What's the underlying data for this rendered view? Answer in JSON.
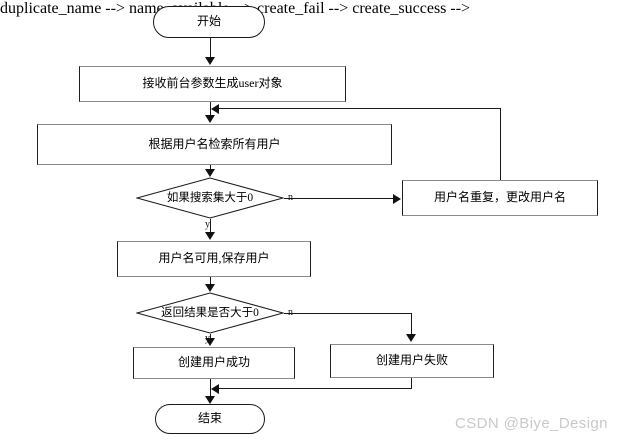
{
  "diagram": {
    "type": "flowchart",
    "title": "",
    "nodes": {
      "start": {
        "label": "开始",
        "shape": "terminator"
      },
      "receive_params": {
        "label": "接收前台参数生成user对象",
        "shape": "process"
      },
      "search_users": {
        "label": "根据用户名检索所有用户",
        "shape": "process"
      },
      "decision_search": {
        "label": "如果搜索集大于0",
        "shape": "decision"
      },
      "duplicate_name": {
        "label": "用户名重复，更改用户名",
        "shape": "process"
      },
      "name_available": {
        "label": "用户名可用,保存用户",
        "shape": "process"
      },
      "decision_result": {
        "label": "返回结果是否大于0",
        "shape": "decision"
      },
      "create_success": {
        "label": "创建用户成功",
        "shape": "process"
      },
      "create_fail": {
        "label": "创建用户失败",
        "shape": "process"
      },
      "end": {
        "label": "结束",
        "shape": "terminator"
      }
    },
    "edge_labels": {
      "search_no": "n",
      "search_yes": "y",
      "result_no": "n",
      "result_yes": "y"
    },
    "colors": {
      "background": "#ffffff",
      "stroke": "#1a1a1a",
      "process_soft_stroke": "#8a8a8a",
      "text": "#000000",
      "watermark": "#c9c9c9"
    }
  },
  "watermark": {
    "text": "CSDN @Biye_Design"
  }
}
